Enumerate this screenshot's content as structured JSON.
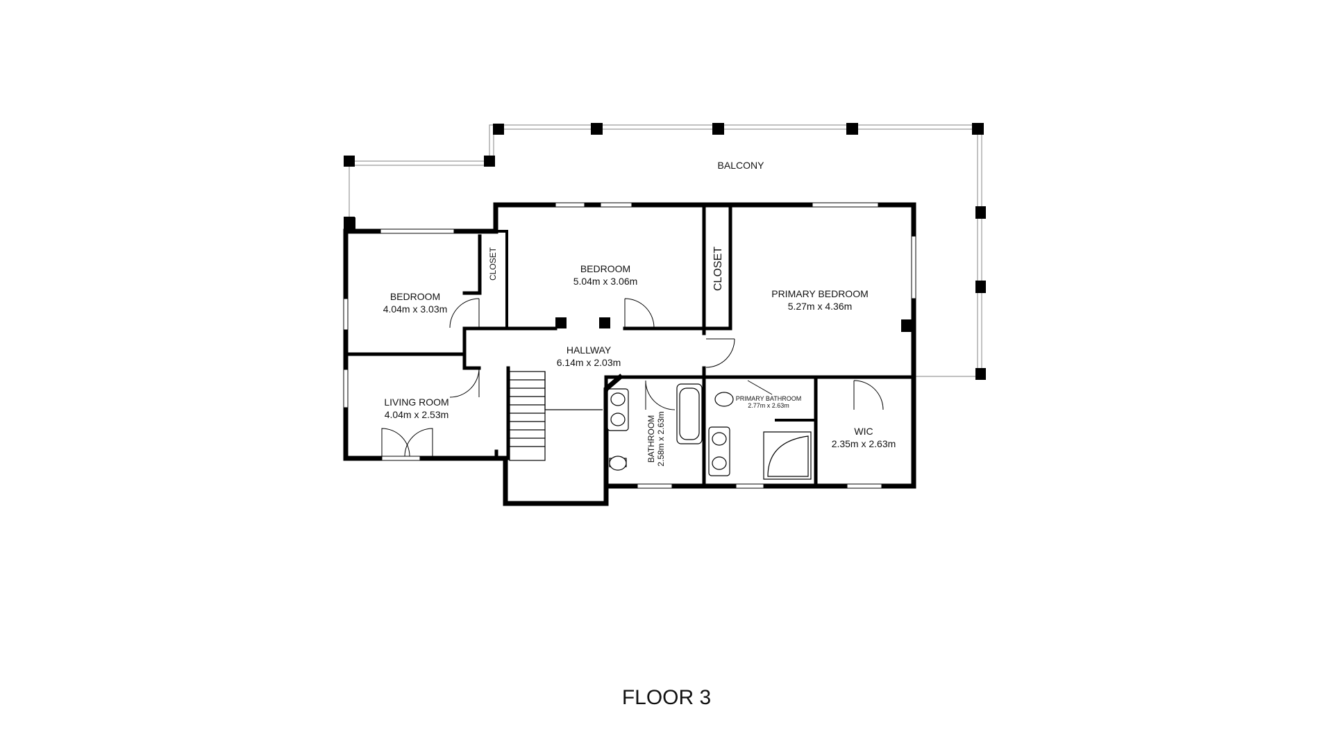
{
  "plan": {
    "floor_label": "FLOOR 3",
    "rooms": {
      "balcony": {
        "name": "BALCONY"
      },
      "bedroom_west": {
        "name": "BEDROOM",
        "size": "4.04m x 3.03m"
      },
      "closet_west": {
        "name": "CLOSET"
      },
      "bedroom_center": {
        "name": "BEDROOM",
        "size": "5.04m x 3.06m"
      },
      "closet_center": {
        "name": "CLOSET"
      },
      "primary_bedroom": {
        "name": "PRIMARY BEDROOM",
        "size": "5.27m x 4.36m"
      },
      "hallway": {
        "name": "HALLWAY",
        "size": "6.14m x 2.03m"
      },
      "living_room": {
        "name": "LIVING ROOM",
        "size": "4.04m x 2.53m"
      },
      "bathroom": {
        "name": "BATHROOM",
        "size": "2.58m x 2.63m"
      },
      "primary_bathroom": {
        "name": "PRIMARY BATHROOM",
        "size": "2.77m x 2.63m"
      },
      "wic": {
        "name": "WIC",
        "size": "2.35m x 2.63m"
      }
    }
  }
}
